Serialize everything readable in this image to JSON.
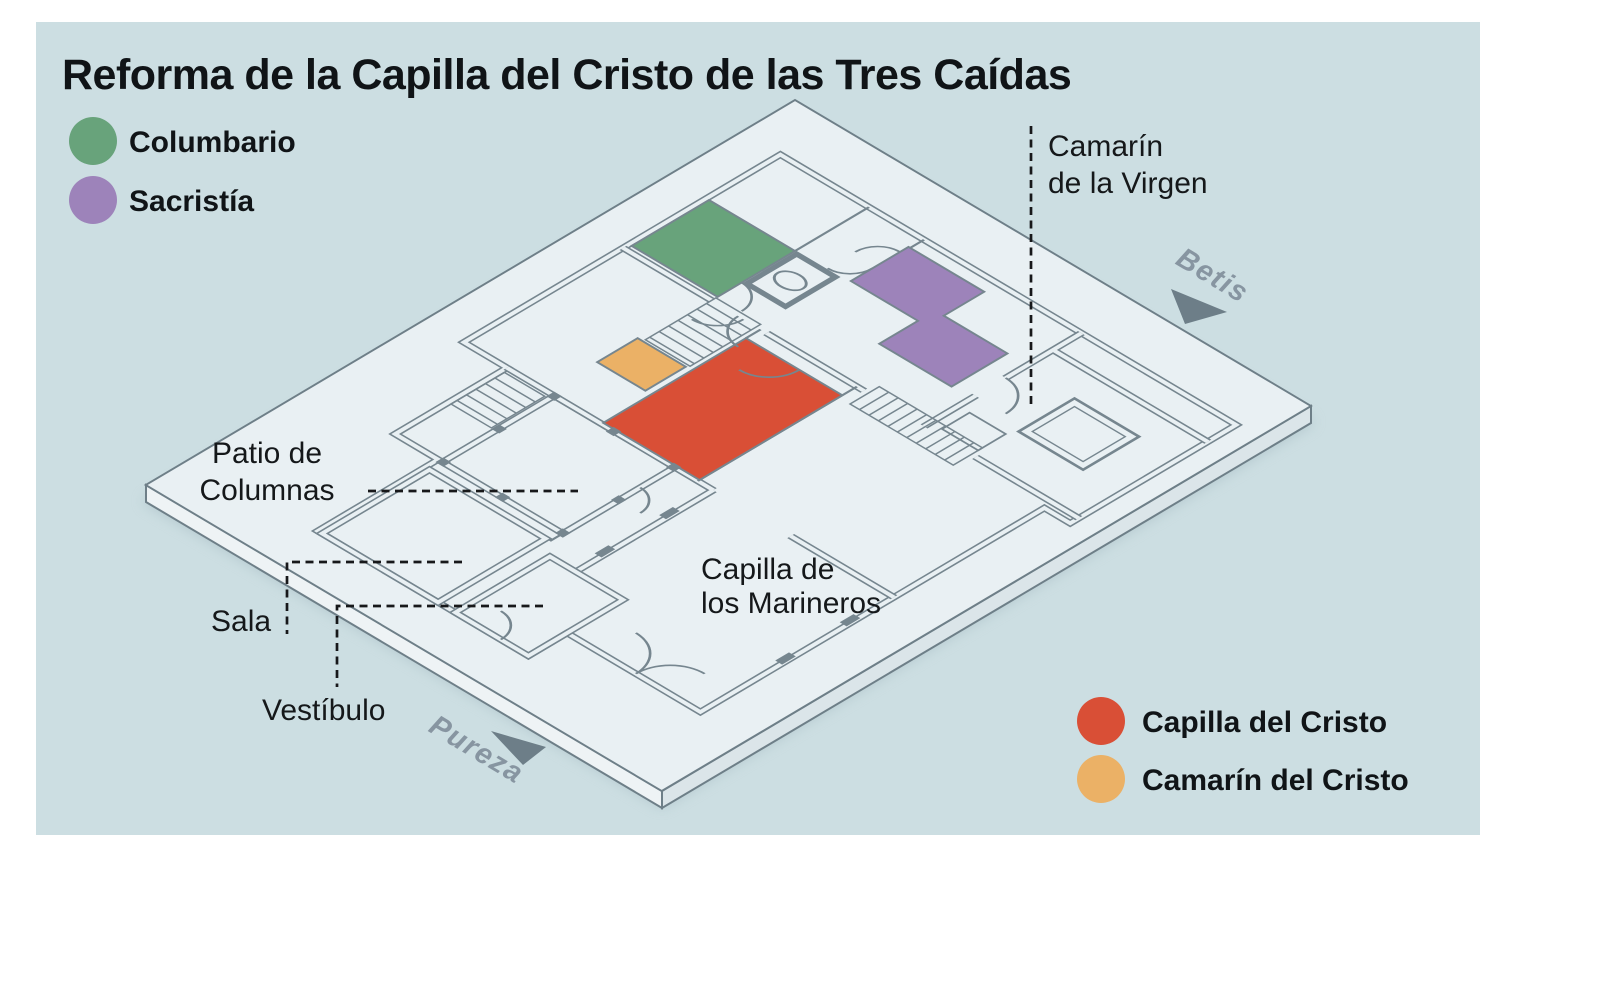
{
  "title": "Reforma de la Capilla del Cristo de las Tres Caídas",
  "legend_top": [
    {
      "label": "Columbario",
      "color": "#68a37b"
    },
    {
      "label": "Sacristía",
      "color": "#9d83ba"
    }
  ],
  "legend_bottom": [
    {
      "label": "Capilla del Cristo",
      "color": "#d94f36"
    },
    {
      "label": "Camarín del Cristo",
      "color": "#ebb166"
    }
  ],
  "plan_labels": {
    "camarin_virgen": {
      "line1": "Camarín",
      "line2": "de la Virgen"
    },
    "patio": {
      "line1": "Patio de",
      "line2": "Columnas"
    },
    "sala": "Sala",
    "vestibulo": "Vestíbulo",
    "capilla_marineros": {
      "line1": "Capilla de",
      "line2": "los Marineros"
    }
  },
  "streets": {
    "betis": "Betis",
    "pureza": "Pureza"
  },
  "colors": {
    "panel_bg": "#ccdee2",
    "slab_top": "#e9f0f3",
    "slab_side_left": "#eef3f5",
    "slab_side_right": "#dbe5e9",
    "wall": "#76868f",
    "columbario": "#68a37b",
    "sacristia": "#9d83ba",
    "capilla_cristo": "#d94f36",
    "camarin_cristo": "#ebb166",
    "street_label": "#8795a1",
    "street_arrow": "#6d7e88"
  }
}
